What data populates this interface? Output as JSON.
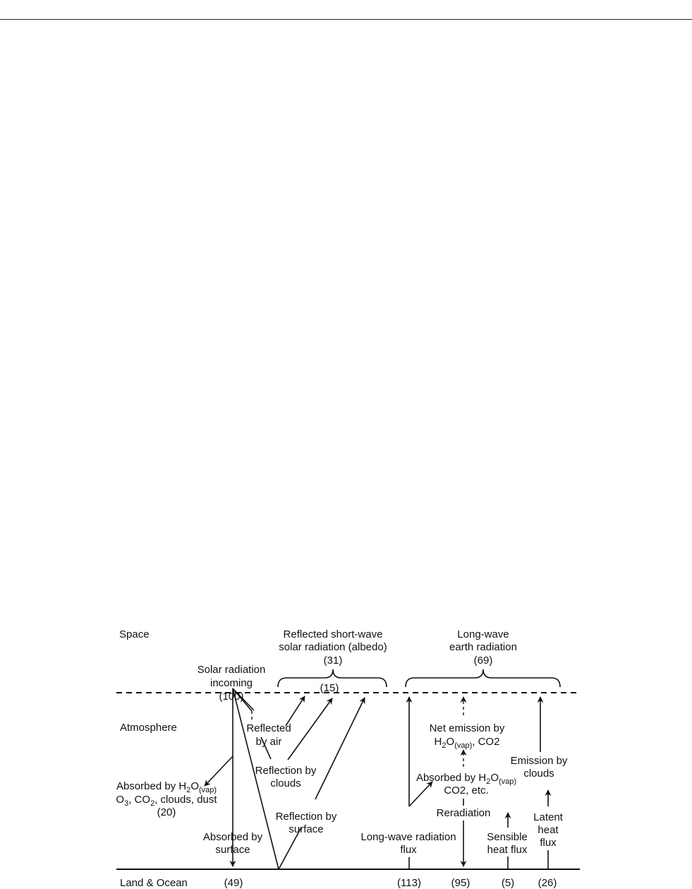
{
  "zones": {
    "space": "Space",
    "atmosphere": "Atmosphere",
    "land_ocean": "Land & Ocean"
  },
  "labels": {
    "solar_incoming": [
      "Solar radiation",
      "incoming",
      "(100)"
    ],
    "albedo": [
      "Reflected short-wave",
      "solar radiation (albedo)",
      "(31)"
    ],
    "albedo_air_value": "(15)",
    "longwave_earth": [
      "Long-wave",
      "earth radiation",
      "(69)"
    ],
    "reflected_by_air": [
      "Reflected",
      "by air"
    ],
    "reflection_by_clouds": [
      "Reflection by",
      "clouds"
    ],
    "reflection_by_surface": [
      "Reflection by",
      "surface"
    ],
    "absorbed_atmosphere": {
      "line1_prefix": "Absorbed by H",
      "line1_sub1": "2",
      "line1_mid": "O",
      "line1_sub2": "(vap)",
      "line2_a": "O",
      "line2_sub1": "3",
      "line2_b": ", CO",
      "line2_sub2": "2",
      "line2_c": ", clouds, dust",
      "value": "(20)"
    },
    "absorbed_surface": [
      "Absorbed by",
      "surface"
    ],
    "longwave_flux": [
      "Long-wave radiation",
      "flux"
    ],
    "absorbed_h2o": {
      "line1_prefix": "Absorbed by H",
      "line1_sub1": "2",
      "line1_mid": "O",
      "line1_sub2": "(vap)",
      "line2": "CO2, etc."
    },
    "net_emission": {
      "line1": "Net emission by",
      "line2_prefix": "H",
      "line2_sub1": "2",
      "line2_mid": "O",
      "line2_sub2": "(vap)",
      "line2_suffix": ", CO2"
    },
    "reradiation": "Reradiation",
    "emission_clouds": [
      "Emission by",
      "clouds"
    ],
    "sensible_heat": [
      "Sensible",
      "heat flux"
    ],
    "latent_heat": [
      "Latent",
      "heat",
      "flux"
    ]
  },
  "surface_values": {
    "absorbed_surface": "(49)",
    "longwave_flux": "(113)",
    "reradiation": "(95)",
    "sensible_heat": "(5)",
    "latent_heat": "(26)"
  }
}
